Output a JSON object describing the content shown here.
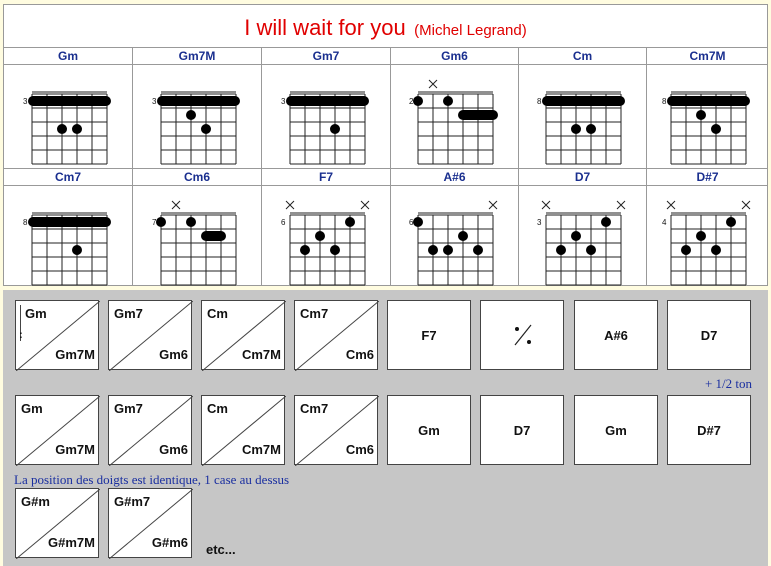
{
  "header": {
    "title": "I will wait for you",
    "composer": "(Michel Legrand)"
  },
  "chord_rows": [
    [
      {
        "name": "Gm",
        "fret": "3",
        "barre": [
          1,
          6,
          1
        ],
        "dots": [
          [
            3,
            4
          ],
          [
            3,
            3
          ]
        ],
        "markers": []
      },
      {
        "name": "Gm7M",
        "fret": "3",
        "barre": [
          1,
          6,
          1
        ],
        "dots": [
          [
            2,
            4
          ],
          [
            3,
            3
          ]
        ],
        "markers": []
      },
      {
        "name": "Gm7",
        "fret": "3",
        "barre": [
          1,
          6,
          1
        ],
        "dots": [
          [
            3,
            3
          ]
        ],
        "markers": []
      },
      {
        "name": "Gm6",
        "fret": "2",
        "barre": [
          1,
          3,
          2
        ],
        "dots": [
          [
            1,
            6
          ],
          [
            1,
            4
          ]
        ],
        "markers": [
          [
            5,
            "x"
          ]
        ]
      },
      {
        "name": "Cm",
        "fret": "8",
        "barre": [
          1,
          6,
          1
        ],
        "dots": [
          [
            3,
            3
          ],
          [
            3,
            4
          ]
        ],
        "markers": []
      },
      {
        "name": "Cm7M",
        "fret": "8",
        "barre": [
          1,
          6,
          1
        ],
        "dots": [
          [
            2,
            4
          ],
          [
            3,
            3
          ]
        ],
        "markers": []
      }
    ],
    [
      {
        "name": "Cm7",
        "fret": "8",
        "barre": [
          1,
          6,
          1
        ],
        "dots": [
          [
            3,
            3
          ]
        ],
        "markers": []
      },
      {
        "name": "Cm6",
        "fret": "7",
        "barre": [
          2,
          3,
          2
        ],
        "dots": [
          [
            1,
            6
          ],
          [
            1,
            4
          ]
        ],
        "markers": [
          [
            5,
            "x"
          ]
        ]
      },
      {
        "name": "F7",
        "fret": "6",
        "barre": null,
        "dots": [
          [
            1,
            2
          ],
          [
            2,
            4
          ],
          [
            3,
            5
          ],
          [
            3,
            3
          ]
        ],
        "markers": [
          [
            6,
            "x"
          ],
          [
            1,
            "x"
          ]
        ]
      },
      {
        "name": "A#6",
        "fret": "6",
        "barre": null,
        "dots": [
          [
            1,
            6
          ],
          [
            2,
            3
          ],
          [
            3,
            5
          ],
          [
            3,
            4
          ],
          [
            3,
            2
          ]
        ],
        "markers": [
          [
            1,
            "x"
          ]
        ]
      },
      {
        "name": "D7",
        "fret": "3",
        "barre": null,
        "dots": [
          [
            1,
            2
          ],
          [
            2,
            4
          ],
          [
            3,
            5
          ],
          [
            3,
            3
          ]
        ],
        "markers": [
          [
            6,
            "x"
          ],
          [
            1,
            "x"
          ]
        ]
      },
      {
        "name": "D#7",
        "fret": "4",
        "barre": null,
        "dots": [
          [
            1,
            2
          ],
          [
            2,
            4
          ],
          [
            3,
            5
          ],
          [
            3,
            3
          ]
        ],
        "markers": [
          [
            6,
            "x"
          ],
          [
            1,
            "x"
          ]
        ]
      }
    ]
  ],
  "grid": {
    "row1": [
      {
        "top": "Gm",
        "bottom": "Gm7M"
      },
      {
        "top": "Gm7",
        "bottom": "Gm6"
      },
      {
        "top": "Cm",
        "bottom": "Cm7M"
      },
      {
        "top": "Cm7",
        "bottom": "Cm6"
      },
      {
        "single": "F7"
      },
      {
        "repeat": true
      },
      {
        "single": "A#6"
      },
      {
        "single": "D7"
      }
    ],
    "row2": [
      {
        "top": "Gm",
        "bottom": "Gm7M"
      },
      {
        "top": "Gm7",
        "bottom": "Gm6"
      },
      {
        "top": "Cm",
        "bottom": "Cm7M"
      },
      {
        "top": "Cm7",
        "bottom": "Cm6"
      },
      {
        "single": "Gm"
      },
      {
        "single": "D7"
      },
      {
        "single": "Gm"
      },
      {
        "single": "D#7"
      }
    ],
    "row3": [
      {
        "top": "G#m",
        "bottom": "G#m7M"
      },
      {
        "top": "G#m7",
        "bottom": "G#m6"
      }
    ],
    "half_tone_note": "+ 1/2 ton",
    "position_note": "La position des doigts est identique, 1 case au dessus",
    "etc": "etc..."
  }
}
